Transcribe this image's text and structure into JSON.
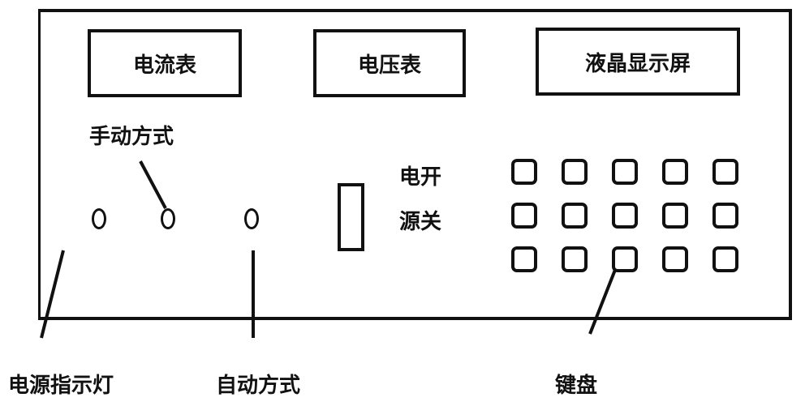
{
  "panel": {
    "ammeter": "电流表",
    "voltmeter": "电压表",
    "lcd": "液晶显示屏",
    "manual_mode": "手动方式",
    "power_switch_line1": "电开",
    "power_switch_line2": "源关"
  },
  "callouts": {
    "power_indicator": "电源指示灯",
    "auto_mode": "自动方式",
    "keyboard": "键盘"
  }
}
